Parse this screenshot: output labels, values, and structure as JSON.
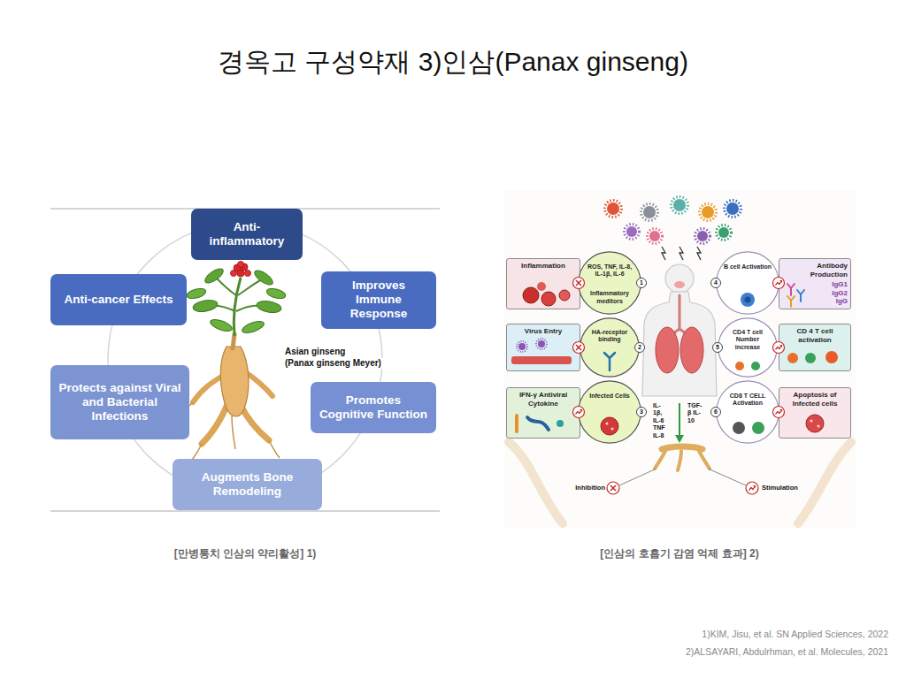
{
  "diagram": {
    "title": "경옥고 구성약재 3)인삼(Panax ginseng)",
    "nodes": [
      {
        "text": [
          "Anti- inflammatory"
        ]
      },
      {
        "text": [
          "Anti-cancer Effects"
        ]
      },
      {
        "text": [
          "Improves Immune Response"
        ]
      },
      {
        "text": [
          "Protects against Viral and Bacterial Infections"
        ]
      },
      {
        "text": [
          "Promotes Cognitive Function"
        ]
      },
      {
        "text": [
          "Augments Bone Remodeling"
        ]
      },
      {
        "text": [
          "Inflammation"
        ]
      },
      {
        "text": [
          "ROS, TNF, IL-8, IL-1β, IL-6",
          "Inflammatory meditors"
        ]
      },
      {
        "text": [
          "B cell Activation"
        ]
      },
      {
        "text": [
          "Antibody Production",
          "IgG1 IgG2 IgG"
        ]
      },
      {
        "text": [
          "Virus Entry"
        ]
      },
      {
        "text": [
          "HA-receptor binding"
        ]
      },
      {
        "text": [
          "CD4 T cell Number increase"
        ]
      },
      {
        "text": [
          "CD 4 T cell activation"
        ]
      },
      {
        "text": [
          "IFN-γ Antiviral Cytokine"
        ]
      },
      {
        "text": [
          "Infected Cells"
        ]
      },
      {
        "text": [
          "CD8 T CELL Activation"
        ]
      },
      {
        "text": [
          "Apoptosis of Infected cells"
        ]
      }
    ],
    "labels": [
      "Asian ginseng",
      "(Panax ginseng Meyer)",
      "1",
      "2",
      "3",
      "4",
      "5",
      "6",
      "IL-1β, IL-6 TNF IL-8",
      "TGF-β IL-10",
      "Inhibition",
      "Stimulation",
      "[만병통치 인삼의 약리활성] 1)",
      "[인삼의 호흡기 감염 억제 효과] 2)",
      "1)KIM, Jisu, et al. SN Applied Sciences, 2022",
      "2)ALSAYARI, Abdulrhman, et al. Molecules, 2021"
    ]
  }
}
